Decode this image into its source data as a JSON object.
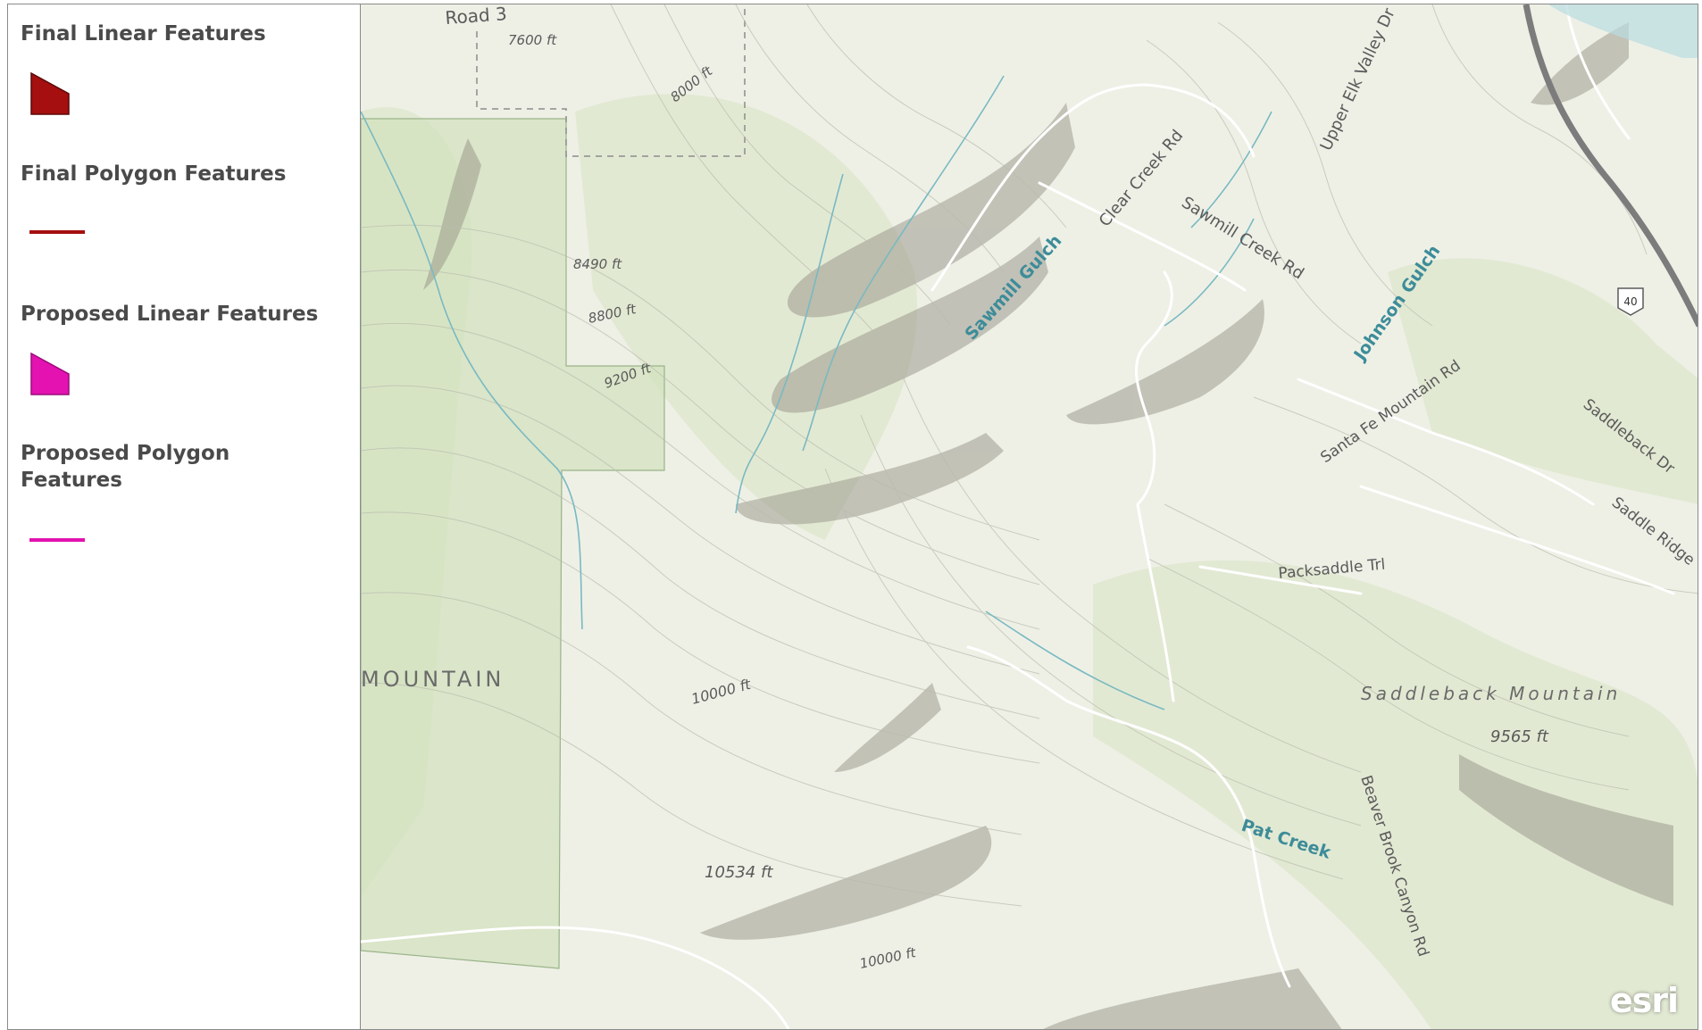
{
  "legend": {
    "items": [
      {
        "label": "Final Linear Features",
        "symbol": "polygon",
        "color": "#A50F0F"
      },
      {
        "label": "Final Polygon Features",
        "symbol": "line",
        "color": "#A50F0F"
      },
      {
        "label": "Proposed Linear Features",
        "symbol": "polygon",
        "color": "#E312B0"
      },
      {
        "label": "Proposed Polygon Features",
        "symbol": "line",
        "color": "#E312B0"
      }
    ]
  },
  "map": {
    "basemap": "topographic",
    "attribution": "esri",
    "colors": {
      "background": "#eef0e6",
      "vegetation": "#dfe8cf",
      "public_land": "#d3e2bf",
      "contour": "#b9bcae",
      "stream": "#79b9c2",
      "road": "#ffffff",
      "highway": "#7c7c7c",
      "label_dark": "#5a5a5a",
      "label_water": "#3d8c99"
    },
    "labels": {
      "road_top": "Road 3",
      "elev_7600": "7600 ft",
      "elev_8000": "8000 ft",
      "elev_8400": "8490 ft",
      "elev_8800": "8800 ft",
      "elev_9200": "9200 ft",
      "elev_10000_a": "10000 ft",
      "elev_10534": "10534 ft",
      "elev_10000_b": "10000 ft",
      "elev_9565": "9565 ft",
      "mountain_left": "MOUNTAIN",
      "saddleback_mountain": "Saddleback Mountain",
      "sawmill_gulch": "Sawmill Gulch",
      "clear_creek_rd": "Clear Creek Rd",
      "sawmill_creek_rd": "Sawmill Creek Rd",
      "upper_elk_valley_dr": "Upper Elk Valley Dr",
      "johnson_gulch": "Johnson Gulch",
      "santa_fe_mountain_rd": "Santa Fe Mountain Rd",
      "saddleback_dr": "Saddleback Dr",
      "saddle_ridge": "Saddle Ridge",
      "packsaddle_trl": "Packsaddle Trl",
      "pat_creek": "Pat Creek",
      "beaver_brook_canyon_rd": "Beaver Brook Canyon Rd",
      "highway_shield": "40"
    }
  }
}
